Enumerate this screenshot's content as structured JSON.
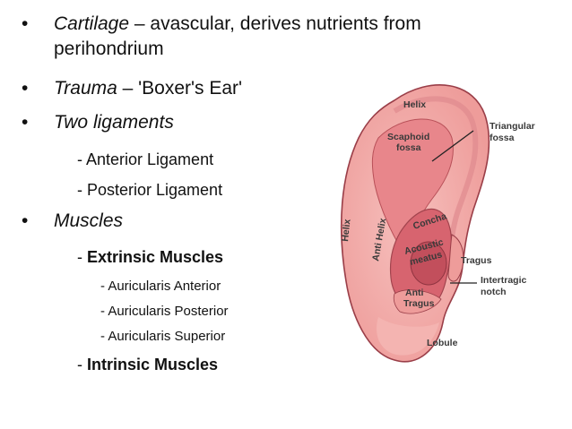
{
  "bullets": [
    {
      "term": "Cartilage",
      "rest": " – avascular, derives nutrients from",
      "cont": "perihondrium"
    },
    {
      "term": "Trauma",
      "rest": " – 'Boxer's Ear'"
    },
    {
      "term": "Two ligaments"
    },
    {
      "term": "Muscles"
    }
  ],
  "ligaments": [
    "- Anterior Ligament",
    "- Posterior Ligament"
  ],
  "muscles": {
    "extrinsic_dash": "- ",
    "extrinsic": "Extrinsic Muscles",
    "extrinsic_items": [
      "- Auricularis Anterior",
      "- Auricularis Posterior",
      "- Auricularis Superior"
    ],
    "intrinsic_dash": "- ",
    "intrinsic": "Intrinsic Muscles"
  },
  "ear_labels": {
    "helix_top": "Helix",
    "scaphoid_1": "Scaphoid",
    "scaphoid_2": "fossa",
    "triangular_1": "Triangular",
    "triangular_2": "fossa",
    "helix_side": "Helix",
    "anti_helix": "Anti Helix",
    "concha": "Concha",
    "acoustic_1": "Acoustic",
    "acoustic_2": "meatus",
    "tragus": "Tragus",
    "intertragic_1": "Intertragic",
    "intertragic_2": "notch",
    "anti_tragus_1": "Anti",
    "anti_tragus_2": "Tragus",
    "lobule": "Lobule"
  },
  "colors": {
    "text": "#111111",
    "ear_outer": "#f1a7a5",
    "ear_mid": "#e47f84",
    "ear_inner": "#cf5d68",
    "ear_outline": "#9a3e48",
    "leader": "#222222"
  }
}
